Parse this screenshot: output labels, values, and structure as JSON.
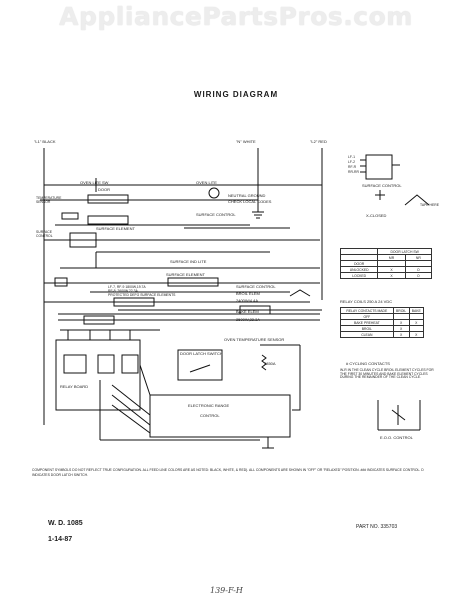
{
  "watermark": "AppliancePartsPros.com",
  "title": "WIRING DIAGRAM",
  "supply": {
    "l1": "\"L1\" BLACK",
    "n": "\"N\" WHITE",
    "l2": "\"L2\" RED"
  },
  "labels": {
    "oven_lite_sw": "OVEN LITE SW",
    "oven_lite": "OVEN LITE",
    "door_left": "DOOR",
    "temp_sensor": "TEMPERATURE SENSOR",
    "neutral_ground": "NEUTRAL GROUND",
    "check_local_codes": "CHECK LOCAL CODES",
    "surface_control_top": "SURFACE CONTROL",
    "surface_element_top": "SURFACE ELEMENT",
    "surface_control_left": "SURFACE CONTROL",
    "surface_ind_lite": "SURFACE IND LITE",
    "surface_element_mid": "SURFACE ELEMENT",
    "surface_control_mid": "SURFACE CONTROL",
    "broil_elem": "BROIL ELEM",
    "watt_1": "2400W/4.4A",
    "bake_elem": "BAKE ELEM",
    "watt_2": "2500W,22.3A",
    "lf_line": "LF-7, RF-9 1800W,19.7A",
    "rr_line": "RF-8: 2600W,22.3A",
    "protect_line": "PROTECTED DEFG SURFACE ELEMENTS",
    "oven_temp_sensor": "OVEN TEMPERATURE SENSOR",
    "door_latch_switch": "DOOR LATCH SWITCH",
    "electronic_range": "ELECTRONIC RANGE",
    "control": "CONTROL",
    "relay_board": "RELAY BOARD",
    "surface_control_side": "SURFACE CONTROL",
    "x_closed": "X-CLOSED",
    "tape_here": "TAPE HERE",
    "ohm_value": "2850A",
    "eoo_control": "E.O.O. CONTROL",
    "side_terms": [
      "LF-1",
      "LF-2",
      "RF-R",
      "RR-RR"
    ]
  },
  "door_table": {
    "header": [
      "",
      "DOOR LATCH SW"
    ],
    "sub": [
      "",
      "MR",
      "NR"
    ],
    "rows": [
      [
        "DOOR",
        "",
        ""
      ],
      [
        "UNLOCKED",
        "X",
        "O"
      ],
      [
        "LOCKED",
        "X",
        "O"
      ]
    ]
  },
  "relay_table": {
    "title": "RELAY COILS 250 A 24 VDC",
    "cols": [
      "RELAY CONTACTS MADE",
      "BROIL",
      "BAKE"
    ],
    "rows": [
      [
        "OFF",
        "",
        ""
      ],
      [
        "BAKE PREHEAT",
        "X",
        "X"
      ],
      [
        "BROIL",
        "X",
        ""
      ],
      [
        "CLEAN",
        "X",
        "X"
      ]
    ]
  },
  "cycle_note": "# CYCLING CONTACTS",
  "clean_note": "W-R IN THE CLEAN CYCLE BROIL ELEMENT CYCLES FOR THE FIRST 30 MINUTES AND BAKE ELEMENT CYCLES DURING THE REMAINDER OF THE CLEAN CYCLE.",
  "component_note": "COMPONENT SYMBOLS DO NOT REFLECT TRUE CONFIGURATION. ALL FEED LINE COLORS ARE AS NOTED: BLACK, WHITE, & RED). ALL COMPONENTS ARE SHOWN IN \"OFF\" OR \"RELAXED\" POSITION.  ### INDICATES SURFACE CONTROL.  D  INDICATES DOOR LATCH SWITCH.",
  "wd": "W. D.  1085",
  "date": "1-14-87",
  "part_no": "PART NO. 335703",
  "handwriting": "139-F-H"
}
